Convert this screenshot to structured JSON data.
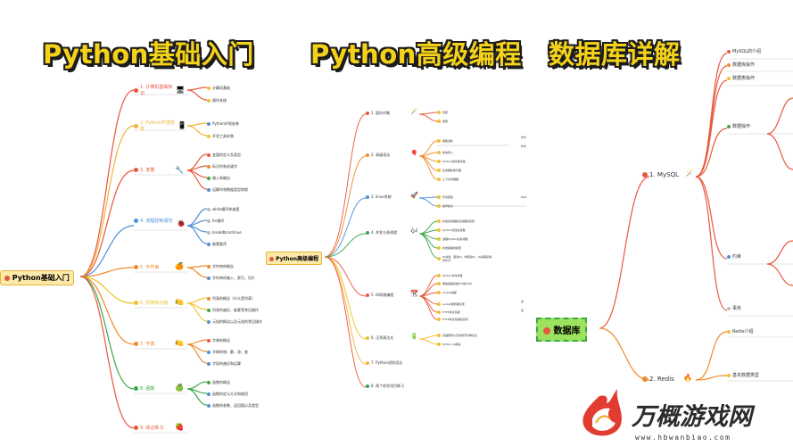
{
  "banners": {
    "left": "Python基础入门",
    "middle": "Python高级编程",
    "right": "数据库详解"
  },
  "left_map": {
    "root": "Python基础入门",
    "branches": [
      {
        "label": "1. 计算机基础知识",
        "color": "#e8573c",
        "children": [
          "计算机基础",
          "操作系统"
        ]
      },
      {
        "label": "2. Python环境搭建",
        "color": "#f0b53a",
        "children": [
          "Python环境安装",
          "开发工具安装"
        ]
      },
      {
        "label": "3. 变量",
        "color": "#e8573c",
        "children": [
          "变量的定义及类型",
          "标识符和关键字",
          "输入和输出",
          "运算符和数据类型转换"
        ]
      },
      {
        "label": "4. 流程控制语句",
        "color": "#4c8fd6",
        "children": [
          "while循环和嵌套",
          "for循环",
          "break和continue",
          "嵌套推序"
        ]
      },
      {
        "label": "5. 字符串",
        "color": "#f08a2a",
        "children": [
          "字符串的概念",
          "字符串的输入、索引、切片"
        ]
      },
      {
        "label": "6. 列表和元组",
        "color": "#f0c12a",
        "children": [
          "列表的概念（什么是列表）",
          "列表的遍历、嵌套等常见操作",
          "元组的概念以及元组的常见操作"
        ]
      },
      {
        "label": "7. 字典",
        "color": "#f08a2a",
        "children": [
          "字典的概念",
          "字典的增、删、改、查",
          "字段的遍历和运算"
        ]
      },
      {
        "label": "8. 函数",
        "color": "#3aa64a",
        "children": [
          "函数的概念",
          "函数的定义方式和使用",
          "函数的参数、返回值以及类型"
        ]
      },
      {
        "label": "9. 综合练习",
        "color": "#e8573c",
        "children": []
      }
    ]
  },
  "middle_map": {
    "root": "Python高级编程",
    "branches": [
      {
        "label": "1. 面向对象",
        "color": "#e8573c",
        "children": [
          "封装",
          "类型"
        ]
      },
      {
        "label": "2. 高级语法",
        "color": "#f08a2a",
        "children": [
          "函数进阶",
          "模块导入",
          "Python的异常处理",
          "生成器和迭代器",
          "上下文管理器"
        ],
        "extra": [
          "作为",
          "作为"
        ]
      },
      {
        "label": "3. linux系统",
        "color": "#4c8fd6",
        "children": [
          "环境搭建",
          "操作指令"
        ],
        "extra": [
          "MyS"
        ]
      },
      {
        "label": "4. 并发与多线程",
        "color": "#3aa64a",
        "children": [
          "并发多线程和多进程的区别",
          "Python创建多进程",
          "进程Python的多线程",
          "并发编程的模型",
          "IO并发、阻塞IO、非阻塞IO、IO多路复用、异步IO"
        ]
      },
      {
        "label": "5. IO网络编程",
        "color": "#e8573c",
        "children": [
          "Python文件处理",
          "网络编程基础TCP和UDP",
          "socket编程",
          "socket服务器实现",
          "HTTP协议基础",
          "HTTP协议基础和实现"
        ],
        "extra": [
          "多",
          "多"
        ]
      },
      {
        "label": "6. 正则表达式",
        "color": "#f0c12a",
        "children": [
          "基础规则以及常用字符串表达",
          "Python re模块"
        ]
      },
      {
        "label": "7. Python进阶语法",
        "color": "#f0b53a",
        "children": []
      },
      {
        "label": "8. 两个综合项目练习",
        "color": "#e8573c",
        "children": []
      }
    ]
  },
  "right_map": {
    "root": "数据库",
    "branches": [
      {
        "label": "1. MySQL",
        "color": "#e8573c",
        "children": [
          "MySQL的介绍",
          "数据库操作",
          "数据表操作",
          "数据操作",
          "约束",
          "事务"
        ]
      },
      {
        "label": "2. Redis",
        "color": "#f08a2a",
        "children": [
          "Redis介绍",
          "基本数据类型"
        ]
      }
    ]
  },
  "watermark": {
    "text": "万概游戏网",
    "url": "www.hbwanbiao.com"
  },
  "icons": [
    "computer-icon",
    "phone-icon",
    "tool-icon",
    "bug-icon",
    "orange-icon",
    "lemon-icon",
    "apple-icon",
    "strawberry-icon",
    "wand-icon",
    "flame-icon",
    "battery-icon",
    "calendar-icon"
  ]
}
